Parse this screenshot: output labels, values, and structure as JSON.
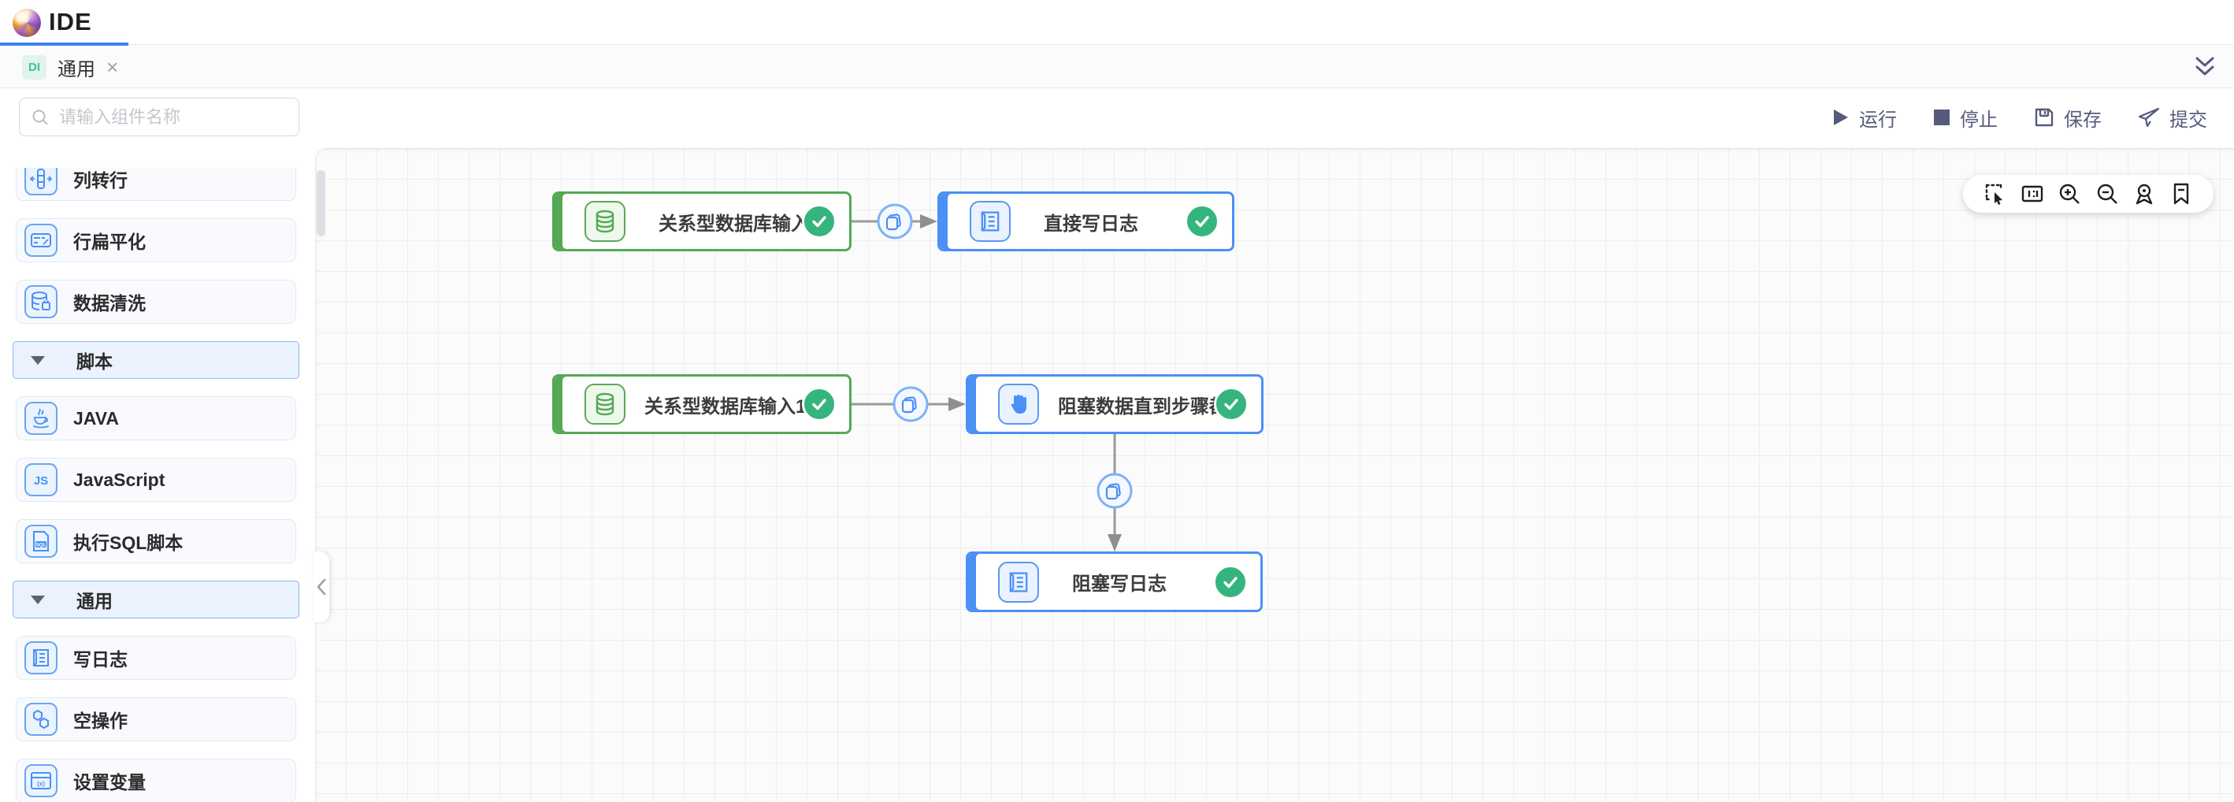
{
  "header": {
    "title": "IDE"
  },
  "tab_bar": {
    "active_tab": {
      "badge": "DI",
      "label": "通用",
      "close": "×"
    }
  },
  "run_toolbar": {
    "run": "运行",
    "stop": "停止",
    "save": "保存",
    "submit": "提交"
  },
  "sidebar": {
    "search_placeholder": "请输入组件名称",
    "items": [
      {
        "type": "component",
        "label": "列转行",
        "icon": "column-to-row-icon"
      },
      {
        "type": "component",
        "label": "行扁平化",
        "icon": "row-flatten-icon"
      },
      {
        "type": "component",
        "label": "数据清洗",
        "icon": "data-clean-icon"
      },
      {
        "type": "section",
        "label": "脚本"
      },
      {
        "type": "component",
        "label": "JAVA",
        "icon": "java-icon"
      },
      {
        "type": "component",
        "label": "JavaScript",
        "icon": "javascript-icon"
      },
      {
        "type": "component",
        "label": "执行SQL脚本",
        "icon": "sql-script-icon"
      },
      {
        "type": "section",
        "label": "通用"
      },
      {
        "type": "component",
        "label": "写日志",
        "icon": "write-log-icon"
      },
      {
        "type": "component",
        "label": "空操作",
        "icon": "no-op-icon"
      },
      {
        "type": "component",
        "label": "设置变量",
        "icon": "set-variable-icon"
      }
    ]
  },
  "flow": {
    "nodes": [
      {
        "id": "n1",
        "label": "关系型数据库输入",
        "kind": "database-input",
        "color": "green",
        "status": "success"
      },
      {
        "id": "n2",
        "label": "直接写日志",
        "kind": "write-log",
        "color": "blue",
        "status": "success"
      },
      {
        "id": "n3",
        "label": "关系型数据库输入1",
        "kind": "database-input",
        "color": "green",
        "status": "success"
      },
      {
        "id": "n4",
        "label": "阻塞数据直到步骤都完",
        "kind": "block-until-done",
        "color": "blue",
        "status": "success"
      },
      {
        "id": "n5",
        "label": "阻塞写日志",
        "kind": "write-log",
        "color": "blue",
        "status": "success"
      }
    ],
    "edges": [
      {
        "from": "n1",
        "to": "n2",
        "marker": "copy-rows-icon"
      },
      {
        "from": "n3",
        "to": "n4",
        "marker": "copy-rows-icon"
      },
      {
        "from": "n4",
        "to": "n5",
        "marker": "copy-rows-icon"
      }
    ]
  },
  "canvas_toolbar": {
    "buttons": [
      "marquee-select",
      "fit-view",
      "zoom-in",
      "zoom-out",
      "locate",
      "bookmark"
    ]
  },
  "colors": {
    "accent_blue": "#3e7ef2",
    "node_blue": "#4a90f5",
    "node_green": "#55a955",
    "status_green": "#35b57d",
    "toolbar_slate": "#565a7e",
    "tab_badge_teal": "#41c09e"
  }
}
